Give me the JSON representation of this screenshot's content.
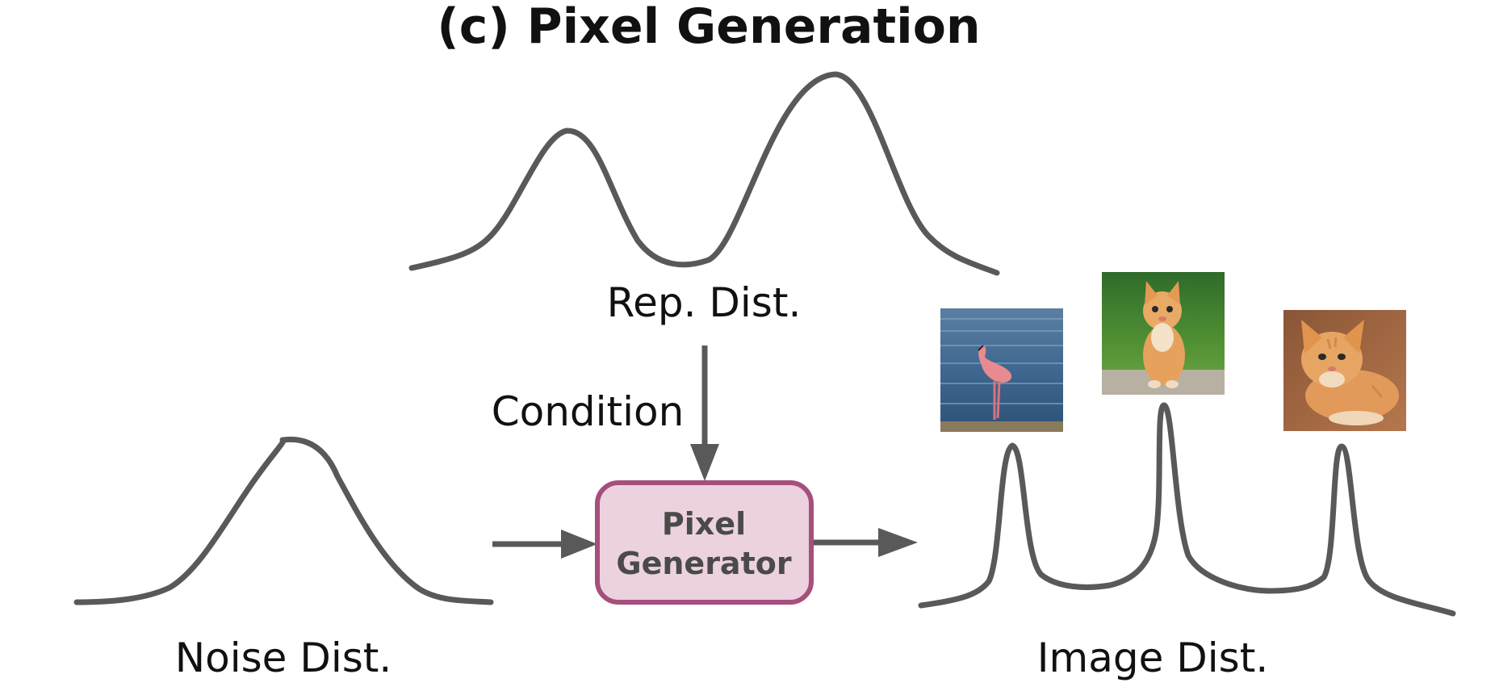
{
  "title": "(c) Pixel Generation",
  "labels": {
    "rep_dist": "Rep. Dist.",
    "condition": "Condition",
    "noise_dist": "Noise Dist.",
    "image_dist": "Image Dist."
  },
  "generator": {
    "line1": "Pixel",
    "line2": "Generator"
  },
  "colors": {
    "curve": "#595959",
    "generator_fill": "#ecd2de",
    "generator_border": "#a64f7c"
  },
  "sample_images": [
    {
      "subject": "flamingo"
    },
    {
      "subject": "kitten-sitting"
    },
    {
      "subject": "kitten-lying"
    }
  ]
}
